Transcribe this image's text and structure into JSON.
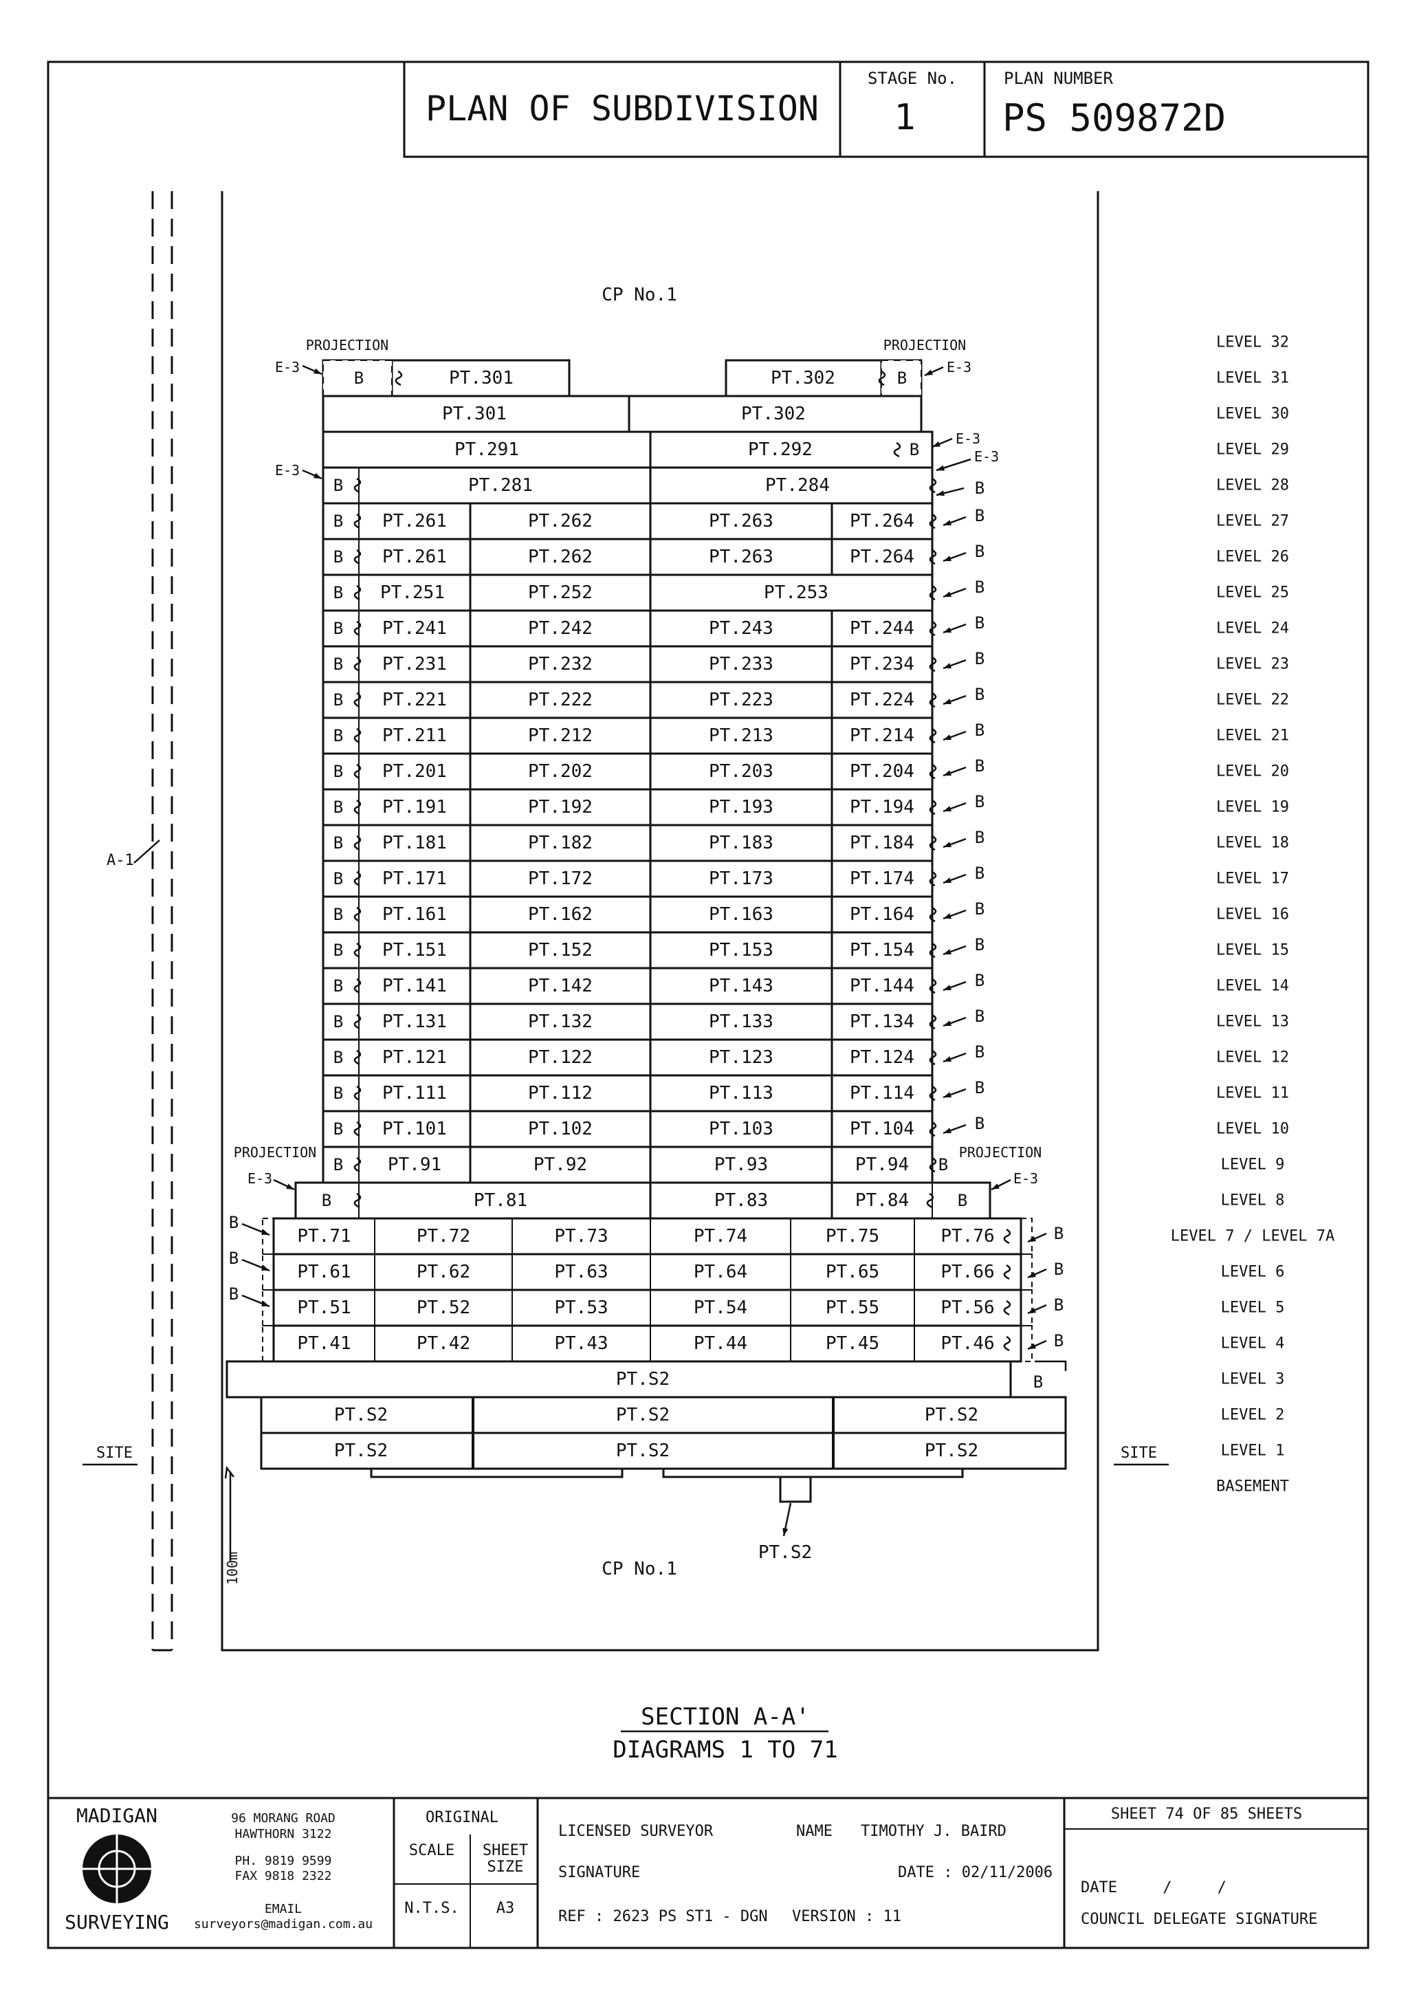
{
  "title_block": {
    "plan_title": "PLAN OF SUBDIVISION",
    "stage_label": "STAGE No.",
    "stage_value": "1",
    "plan_number_label": "PLAN NUMBER",
    "plan_number": "PS 509872D"
  },
  "drawing": {
    "cp_top": "CP No.1",
    "cp_bottom": "CP No.1",
    "projection_label": "PROJECTION",
    "e3_label": "E-3",
    "b_label": "B",
    "a1_label": "A-1",
    "site_label": "SITE",
    "height_label": "100m",
    "basement_lot": "PT.S2",
    "section_title": "SECTION A-A'",
    "diagrams_label": "DIAGRAMS 1 TO 71"
  },
  "levels": [
    "LEVEL 32",
    "LEVEL 31",
    "LEVEL 30",
    "LEVEL 29",
    "LEVEL 28",
    "LEVEL 27",
    "LEVEL 26",
    "LEVEL 25",
    "LEVEL 24",
    "LEVEL 23",
    "LEVEL 22",
    "LEVEL 21",
    "LEVEL 20",
    "LEVEL 19",
    "LEVEL 18",
    "LEVEL 17",
    "LEVEL 16",
    "LEVEL 15",
    "LEVEL 14",
    "LEVEL 13",
    "LEVEL 12",
    "LEVEL 11",
    "LEVEL 10",
    "LEVEL 9",
    "LEVEL 8",
    "LEVEL 7 / LEVEL 7A",
    "LEVEL 6",
    "LEVEL 5",
    "LEVEL 4",
    "LEVEL 3",
    "LEVEL 2",
    "LEVEL 1",
    "BASEMENT"
  ],
  "floors": [
    {
      "level": "31",
      "lots": [
        "PT.301",
        "PT.302"
      ]
    },
    {
      "level": "30",
      "lots": [
        "PT.301",
        "PT.302"
      ]
    },
    {
      "level": "29",
      "lots": [
        "PT.291",
        "PT.292"
      ]
    },
    {
      "level": "28",
      "lots": [
        "PT.281",
        "PT.284"
      ]
    },
    {
      "level": "27",
      "lots": [
        "PT.261",
        "PT.262",
        "PT.263",
        "PT.264"
      ]
    },
    {
      "level": "26",
      "lots": [
        "PT.261",
        "PT.262",
        "PT.263",
        "PT.264"
      ]
    },
    {
      "level": "25",
      "lots": [
        "PT.251",
        "PT.252",
        "PT.253"
      ]
    },
    {
      "level": "24",
      "lots": [
        "PT.241",
        "PT.242",
        "PT.243",
        "PT.244"
      ]
    },
    {
      "level": "23",
      "lots": [
        "PT.231",
        "PT.232",
        "PT.233",
        "PT.234"
      ]
    },
    {
      "level": "22",
      "lots": [
        "PT.221",
        "PT.222",
        "PT.223",
        "PT.224"
      ]
    },
    {
      "level": "21",
      "lots": [
        "PT.211",
        "PT.212",
        "PT.213",
        "PT.214"
      ]
    },
    {
      "level": "20",
      "lots": [
        "PT.201",
        "PT.202",
        "PT.203",
        "PT.204"
      ]
    },
    {
      "level": "19",
      "lots": [
        "PT.191",
        "PT.192",
        "PT.193",
        "PT.194"
      ]
    },
    {
      "level": "18",
      "lots": [
        "PT.181",
        "PT.182",
        "PT.183",
        "PT.184"
      ]
    },
    {
      "level": "17",
      "lots": [
        "PT.171",
        "PT.172",
        "PT.173",
        "PT.174"
      ]
    },
    {
      "level": "16",
      "lots": [
        "PT.161",
        "PT.162",
        "PT.163",
        "PT.164"
      ]
    },
    {
      "level": "15",
      "lots": [
        "PT.151",
        "PT.152",
        "PT.153",
        "PT.154"
      ]
    },
    {
      "level": "14",
      "lots": [
        "PT.141",
        "PT.142",
        "PT.143",
        "PT.144"
      ]
    },
    {
      "level": "13",
      "lots": [
        "PT.131",
        "PT.132",
        "PT.133",
        "PT.134"
      ]
    },
    {
      "level": "12",
      "lots": [
        "PT.121",
        "PT.122",
        "PT.123",
        "PT.124"
      ]
    },
    {
      "level": "11",
      "lots": [
        "PT.111",
        "PT.112",
        "PT.113",
        "PT.114"
      ]
    },
    {
      "level": "10",
      "lots": [
        "PT.101",
        "PT.102",
        "PT.103",
        "PT.104"
      ]
    },
    {
      "level": "9",
      "lots": [
        "PT.91",
        "PT.92",
        "PT.93",
        "PT.94"
      ]
    },
    {
      "level": "8",
      "lots": [
        "PT.81",
        "PT.83",
        "PT.84"
      ]
    },
    {
      "level": "7",
      "lots": [
        "PT.71",
        "PT.72",
        "PT.73",
        "PT.74",
        "PT.75",
        "PT.76"
      ]
    },
    {
      "level": "6",
      "lots": [
        "PT.61",
        "PT.62",
        "PT.63",
        "PT.64",
        "PT.65",
        "PT.66"
      ]
    },
    {
      "level": "5",
      "lots": [
        "PT.51",
        "PT.52",
        "PT.53",
        "PT.54",
        "PT.55",
        "PT.56"
      ]
    },
    {
      "level": "4",
      "lots": [
        "PT.41",
        "PT.42",
        "PT.43",
        "PT.44",
        "PT.45",
        "PT.46"
      ]
    },
    {
      "level": "3",
      "lots": [
        "PT.S2"
      ]
    },
    {
      "level": "2",
      "lots": [
        "PT.S2",
        "PT.S2",
        "PT.S2"
      ]
    },
    {
      "level": "1",
      "lots": [
        "PT.S2",
        "PT.S2",
        "PT.S2"
      ]
    }
  ],
  "footer": {
    "company_top": "MADIGAN",
    "company_bottom": "SURVEYING",
    "address_1": "96 MORANG ROAD",
    "address_2": "HAWTHORN 3122",
    "phone": "PH. 9819 9599",
    "fax": "FAX 9818 2322",
    "email_label": "EMAIL",
    "email": "surveyors@madigan.com.au",
    "original_label": "ORIGINAL",
    "scale_label": "SCALE",
    "sheet_size_label_1": "SHEET",
    "sheet_size_label_2": "SIZE",
    "scale_value": "N.T.S.",
    "sheet_size_value": "A3",
    "licensed_surveyor": "LICENSED SURVEYOR",
    "name_label": "NAME",
    "surveyor_name": "TIMOTHY J. BAIRD",
    "signature_label": "SIGNATURE",
    "date_line": "DATE : 02/11/2006",
    "ref_line": "REF : 2623 PS ST1 - DGN",
    "version_line": "VERSION : 11",
    "sheet_line": "SHEET 74 OF 85 SHEETS",
    "council_date": "DATE     /     /",
    "council_signature": "COUNCIL DELEGATE SIGNATURE"
  }
}
